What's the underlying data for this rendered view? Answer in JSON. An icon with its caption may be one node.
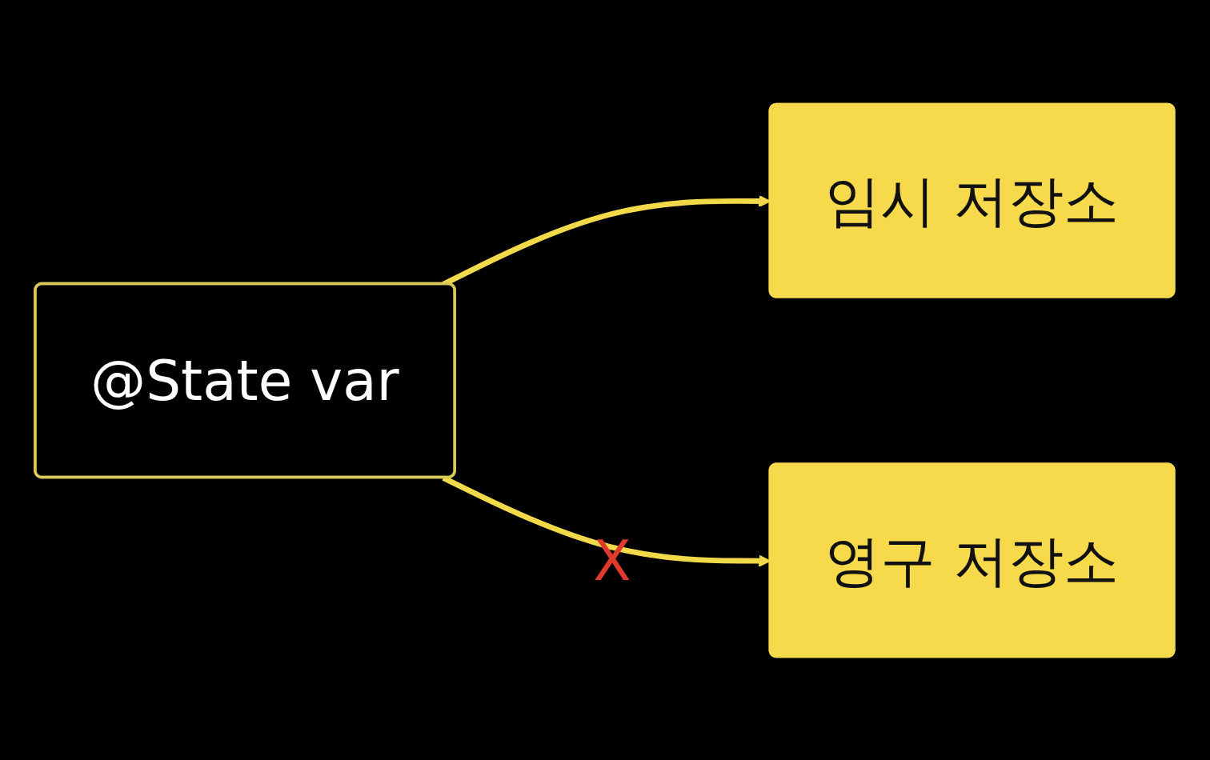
{
  "diagram": {
    "nodes": [
      {
        "text": [
          "@State var"
        ]
      },
      {
        "text": [
          "임시 저장소"
        ]
      },
      {
        "text": [
          "영구 저장소"
        ]
      }
    ],
    "edges": [
      {
        "from": 0,
        "to": 1,
        "arrow": "to"
      },
      {
        "from": 0,
        "to": 2,
        "arrow": "to",
        "label": "X"
      }
    ]
  }
}
